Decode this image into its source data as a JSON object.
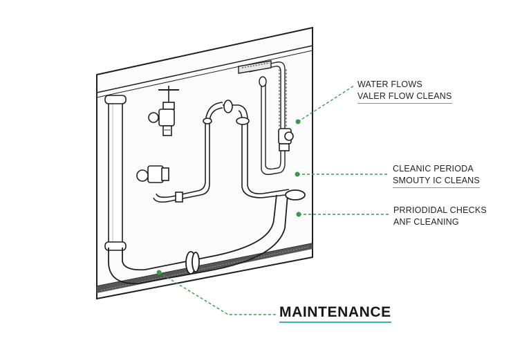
{
  "title": "MAINTENANCE",
  "callouts": [
    {
      "lines": [
        "WATER FLOWS",
        "VALER FLOW CLEANS"
      ]
    },
    {
      "lines": [
        "CLEANIC PERIODA",
        "SMOUTY IC CLEANS"
      ]
    },
    {
      "lines": [
        "PRRIODIDAL CHECKS",
        "ANF CLEANING"
      ]
    }
  ],
  "colors": {
    "leader": "#3a9a4a",
    "underline": "#35b8a8",
    "ink": "#1e1e1e"
  }
}
